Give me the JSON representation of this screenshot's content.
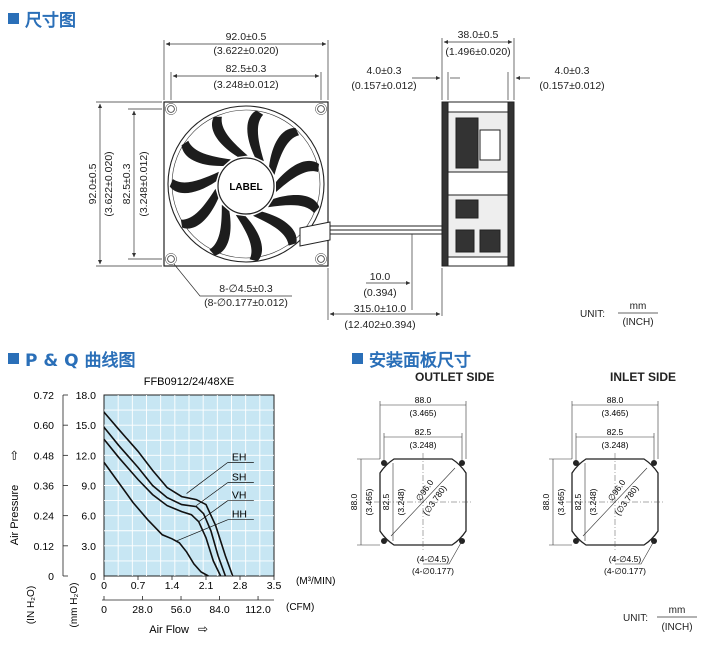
{
  "sections": {
    "dimensions_title": "尺寸图",
    "pq_title": "P & Q 曲线图",
    "panel_title": "安装面板尺寸"
  },
  "colors": {
    "accent": "#2a6fb8",
    "chart_fill": "#c7e6f3"
  },
  "dimension_drawing": {
    "width_overall": "92.0±0.5",
    "width_overall_inch": "(3.622±0.020)",
    "hole_pitch": "82.5±0.3",
    "hole_pitch_inch": "(3.248±0.012)",
    "height_overall": "92.0±0.5",
    "height_overall_inch": "(3.622±0.020)",
    "height_pitch": "82.5±0.3",
    "height_pitch_inch": "(3.248±0.012)",
    "depth": "38.0±0.5",
    "depth_inch": "(1.496±0.020)",
    "flange_left": "4.0±0.3",
    "flange_left_inch": "(0.157±0.012)",
    "flange_right": "4.0±0.3",
    "flange_right_inch": "(0.157±0.012)",
    "label": "LABEL",
    "holes": "8-∅4.5±0.3",
    "holes_inch": "(8-∅0.177±0.012)",
    "strip": "10.0",
    "strip_inch": "(0.394)",
    "lead": "315.0±10.0",
    "lead_inch": "(12.402±0.394)",
    "unit_label": "UNIT:",
    "unit_top": "mm",
    "unit_bottom": "(INCH)"
  },
  "chart_data": {
    "type": "line",
    "title": "FFB0912/24/48XE",
    "xlabel": "Air Flow",
    "ylabel": "Air Pressure",
    "x_unit_primary": "(M³/MIN)",
    "x_unit_secondary": "(CFM)",
    "y_unit_primary": "(IN H₂O)",
    "y_unit_secondary": "(mm H₂O)",
    "xlim": [
      0,
      3.5
    ],
    "ylim": [
      0,
      18.0
    ],
    "x_ticks": [
      "0",
      "0.7",
      "1.4",
      "2.1",
      "2.8",
      "3.5"
    ],
    "x_ticks_cfm": [
      "0",
      "28.0",
      "56.0",
      "84.0",
      "112.0"
    ],
    "y_ticks_mm": [
      "0",
      "3.0",
      "6.0",
      "9.0",
      "12.0",
      "15.0",
      "18.0"
    ],
    "y_ticks_in": [
      "0",
      "0.12",
      "0.24",
      "0.36",
      "0.48",
      "0.60",
      "0.72"
    ],
    "series": [
      {
        "name": "EH",
        "x": [
          0,
          0.3,
          0.7,
          1.0,
          1.3,
          1.6,
          1.9,
          2.1,
          2.3,
          2.5,
          2.65
        ],
        "y": [
          16.3,
          14.6,
          12.4,
          10.5,
          8.8,
          7.9,
          7.6,
          7.1,
          5.0,
          2.0,
          0
        ]
      },
      {
        "name": "SH",
        "x": [
          0,
          0.3,
          0.7,
          1.0,
          1.3,
          1.6,
          1.9,
          2.05,
          2.2,
          2.35,
          2.5
        ],
        "y": [
          14.8,
          13.0,
          10.8,
          9.0,
          7.8,
          7.1,
          6.9,
          6.2,
          4.5,
          2.0,
          0
        ]
      },
      {
        "name": "VH",
        "x": [
          0,
          0.3,
          0.7,
          1.0,
          1.3,
          1.6,
          1.8,
          1.95,
          2.1,
          2.25,
          2.4
        ],
        "y": [
          13.6,
          11.8,
          9.6,
          8.1,
          7.0,
          6.4,
          6.1,
          5.4,
          3.8,
          1.5,
          0
        ]
      },
      {
        "name": "HH",
        "x": [
          0,
          0.3,
          0.6,
          0.9,
          1.2,
          1.4,
          1.55,
          1.7,
          1.85,
          2.0,
          2.15
        ],
        "y": [
          11.3,
          9.3,
          7.3,
          5.6,
          4.1,
          3.7,
          3.3,
          2.4,
          1.2,
          0.4,
          0
        ]
      }
    ]
  },
  "panel": {
    "outlet_title": "OUTLET SIDE",
    "inlet_title": "INLET SIDE",
    "width": "88.0",
    "width_inch": "(3.465)",
    "pitch": "82.5",
    "pitch_inch": "(3.248)",
    "height": "88.0",
    "height_inch": "(3.465)",
    "vpitch": "82.5",
    "vpitch_inch": "(3.248)",
    "diameter": "∅96.0",
    "diameter_inch": "(∅3.780)",
    "holes": "(4-∅4.5)",
    "holes_inch": "(4-∅0.177)",
    "unit_label": "UNIT:",
    "unit_top": "mm",
    "unit_bottom": "(INCH)"
  }
}
